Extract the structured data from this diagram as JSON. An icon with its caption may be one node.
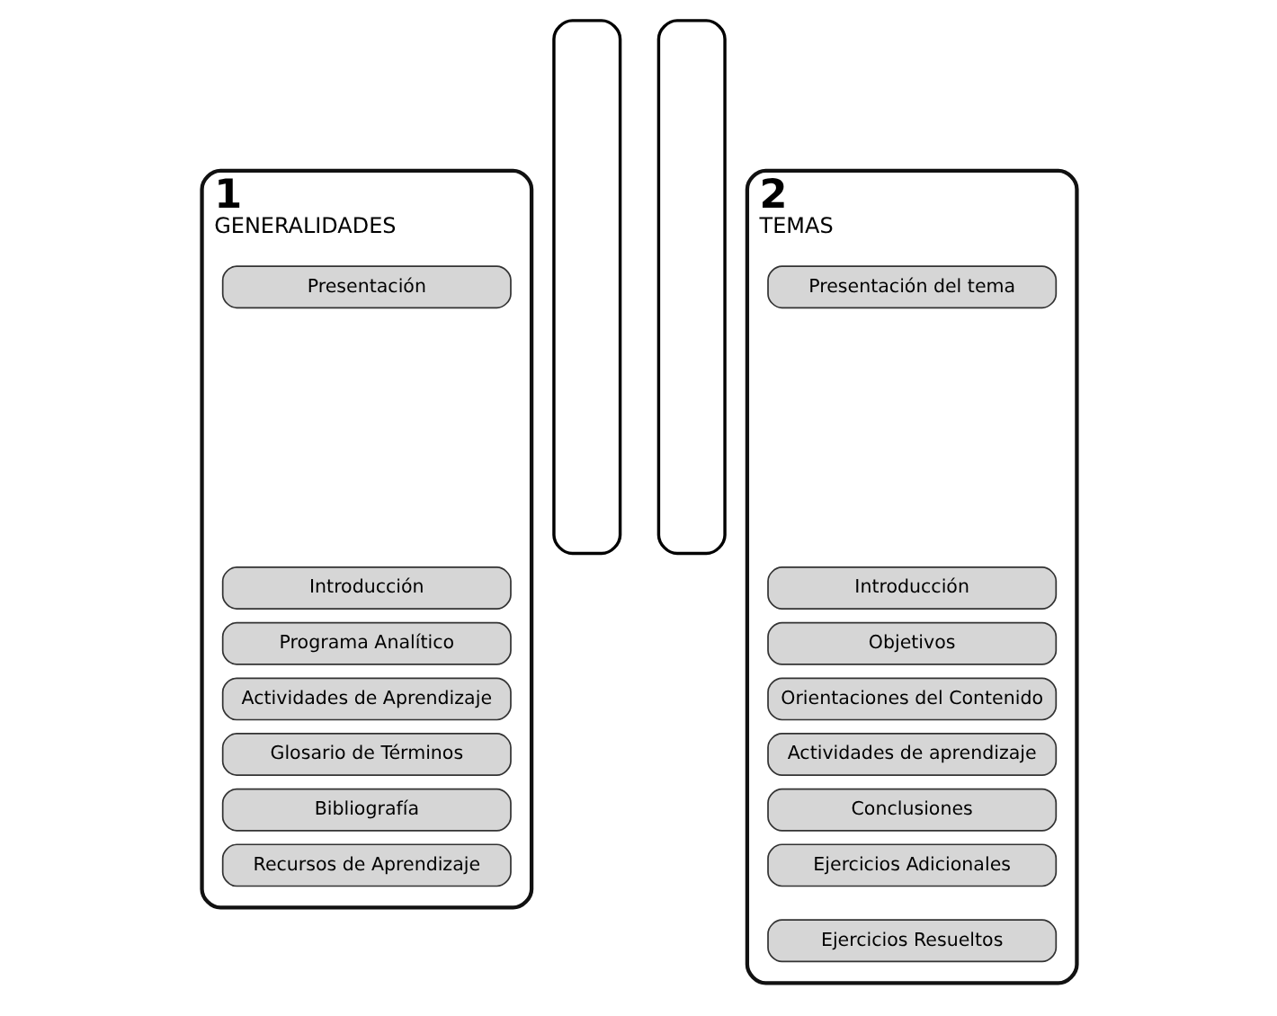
{
  "diagram": {
    "nodes": [
      {
        "text": [
          "1",
          "GENERALIDADES"
        ]
      },
      {
        "text": [
          "Presentación"
        ],
        "in": 0
      },
      {
        "text": [
          "Introducción"
        ],
        "in": 0
      },
      {
        "text": [
          "Programa Analítico"
        ],
        "in": 0
      },
      {
        "text": [
          "Actividades de Aprendizaje"
        ],
        "in": 0
      },
      {
        "text": [
          "Glosario de Términos"
        ],
        "in": 0
      },
      {
        "text": [
          "Bibliografía"
        ],
        "in": 0
      },
      {
        "text": [
          "Recursos de Aprendizaje"
        ],
        "in": 0
      },
      {
        "text": [],
        "shape": "box"
      },
      {
        "text": [],
        "shape": "box"
      },
      {
        "text": [
          "2",
          "TEMAS"
        ]
      },
      {
        "text": [
          "Presentación del tema"
        ],
        "in": 10
      },
      {
        "text": [
          "Introducción"
        ],
        "in": 10
      },
      {
        "text": [
          "Objetivos"
        ],
        "in": 10
      },
      {
        "text": [
          "Orientaciones del Contenido"
        ],
        "in": 10
      },
      {
        "text": [
          "Actividades de aprendizaje"
        ],
        "in": 10
      },
      {
        "text": [
          "Conclusiones"
        ],
        "in": 10
      },
      {
        "text": [
          "Ejercicios Adicionales"
        ],
        "in": 10
      },
      {
        "text": [
          "Ejercicios Resueltos"
        ],
        "in": 10
      }
    ],
    "edges": []
  }
}
